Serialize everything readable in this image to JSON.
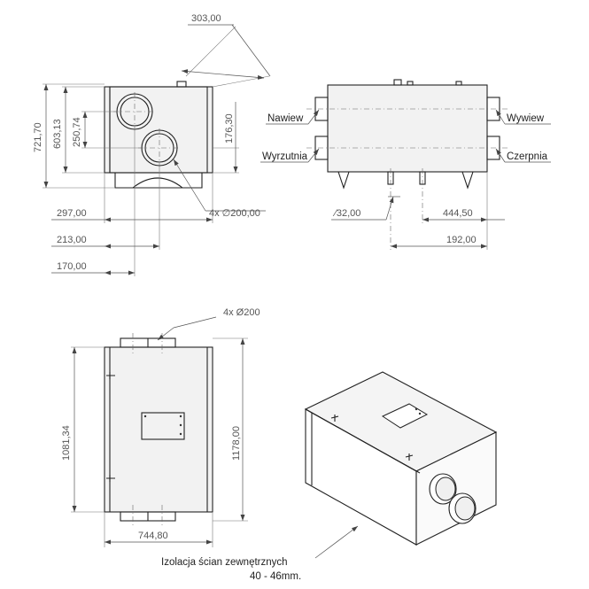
{
  "front_view": {
    "dims": {
      "width_diag": "303,00",
      "height_total": "721,70",
      "height_inner": "603,13",
      "spacing_vert": "250,74",
      "lower_offset": "176,30",
      "horiz_1": "297,00",
      "horiz_2": "213,00",
      "horiz_3": "170,00",
      "spigot_note": "4x ∅200,00"
    }
  },
  "side_view": {
    "labels": {
      "nawiew": "Nawiew",
      "wywiew": "Wywiew",
      "wyrzutnia": "Wyrzutnia",
      "czerpnia": "Czerpnia"
    },
    "dims": {
      "drain_dia": "∕32,00",
      "drain_dist": "444,50",
      "drain_dist2": "192,00"
    }
  },
  "top_view": {
    "dims": {
      "spigot_note": "4x Ø200",
      "length_inner": "1081,34",
      "length_total": "1178,00",
      "width": "744,80"
    }
  },
  "iso_view": {
    "note_line1": "Izolacja ścian zewnętrznych",
    "note_line2": "40 - 46mm."
  }
}
